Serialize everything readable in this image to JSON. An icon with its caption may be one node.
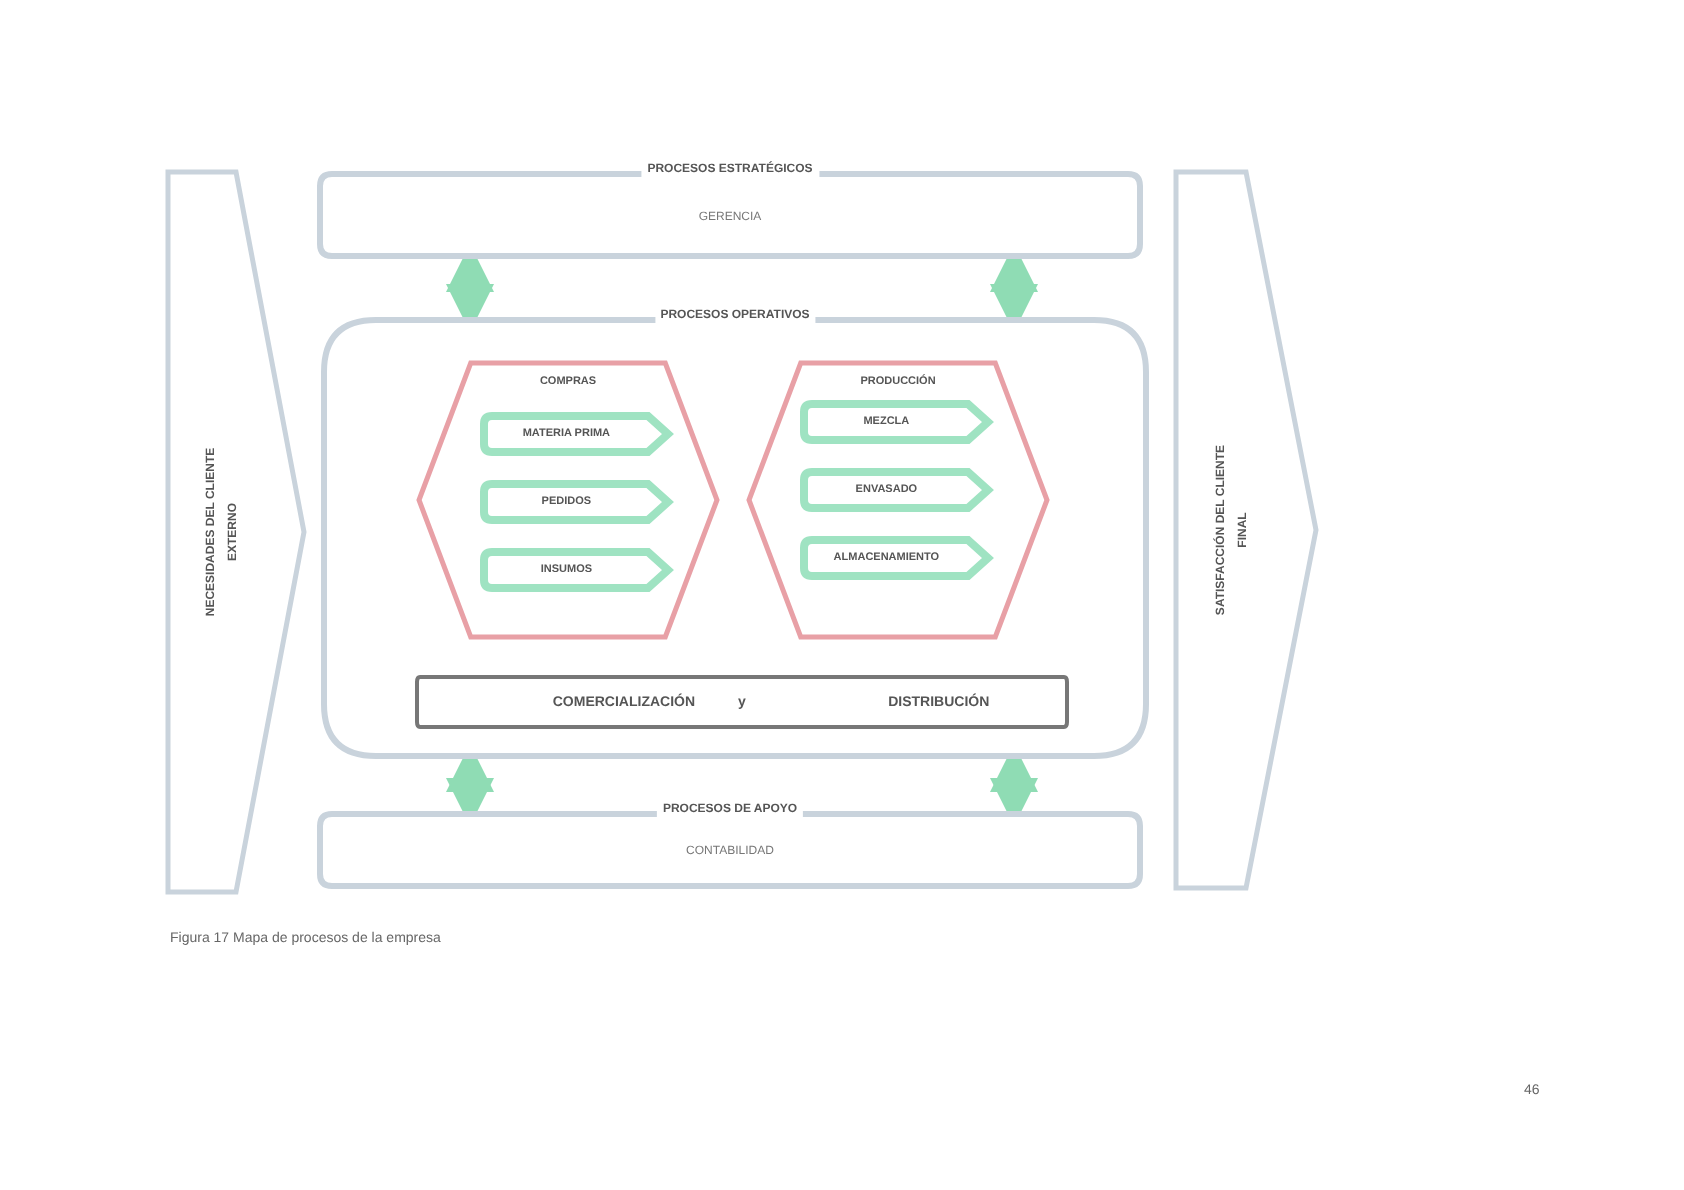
{
  "diagram": {
    "caption": "Figura 17 Mapa de procesos de la empresa",
    "nodes": [
      {
        "text": [
          "NECESIDADES DEL CLIENTE",
          "EXTERNO"
        ]
      },
      {
        "text": [
          "PROCESOS ESTRATÉGICOS",
          "GERENCIA"
        ]
      },
      {
        "text": [
          "PROCESOS OPERATIVOS"
        ]
      },
      {
        "text": [
          "COMPRAS"
        ],
        "in": 2
      },
      {
        "text": [
          "MATERIA PRIMA"
        ],
        "in": 3
      },
      {
        "text": [
          "PEDIDOS"
        ],
        "in": 3
      },
      {
        "text": [
          "INSUMOS"
        ],
        "in": 3
      },
      {
        "text": [
          "PRODUCCIÓN"
        ],
        "in": 2
      },
      {
        "text": [
          "MEZCLA"
        ],
        "in": 7
      },
      {
        "text": [
          "ENVASADO"
        ],
        "in": 7
      },
      {
        "text": [
          "ALMACENAMIENTO"
        ],
        "in": 7
      },
      {
        "text": [
          "COMERCIALIZACIÓN",
          "y",
          "DISTRIBUCIÓN"
        ],
        "in": 2
      },
      {
        "text": [
          "PROCESOS DE APOYO",
          "CONTABILIDAD"
        ]
      },
      {
        "text": [
          "SATISFACCIÓN DEL CLIENTE",
          "FINAL"
        ]
      }
    ],
    "edges": [
      {
        "from": 1,
        "to": 2,
        "arrow": "both"
      },
      {
        "from": 1,
        "to": 2,
        "arrow": "both"
      },
      {
        "from": 2,
        "to": 12,
        "arrow": "both"
      },
      {
        "from": 2,
        "to": 12,
        "arrow": "both"
      }
    ],
    "labels": [
      "46"
    ]
  }
}
